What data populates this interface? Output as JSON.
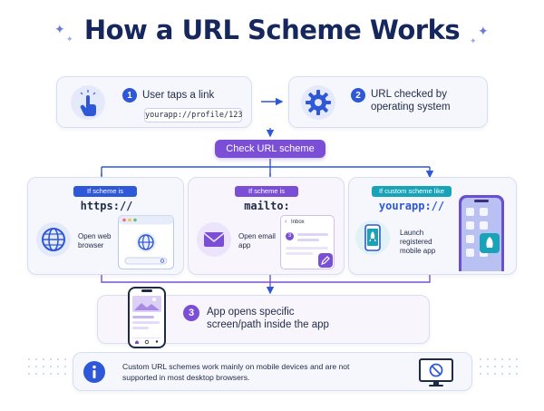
{
  "title": "How a URL Scheme Works",
  "steps": {
    "step1": {
      "number": "1",
      "label": "User taps a link",
      "url": "yourapp://profile/123"
    },
    "step2": {
      "number": "2",
      "label": "URL checked by operating system"
    },
    "check": {
      "label": "Check URL scheme"
    },
    "step3": {
      "number": "3",
      "label": "App opens specific screen/path inside the app"
    }
  },
  "branches": [
    {
      "tag": "If scheme is",
      "scheme": "https://",
      "action": "Open web browser"
    },
    {
      "tag": "If scheme is",
      "scheme": "mailto:",
      "action": "Open email app",
      "mock_title": "Inbox",
      "mock_badge": "3"
    },
    {
      "tag": "If custom scheme like",
      "scheme": "yourapp://",
      "action": "Launch registered mobile app"
    }
  ],
  "info": {
    "text": "Custom URL schemes work mainly on mobile devices and are not supported in most desktop browsers."
  },
  "colors": {
    "title": "#16275e",
    "accent_blue": "#2f58d8",
    "accent_purple": "#7a4fd6",
    "accent_teal": "#19a3b8"
  }
}
